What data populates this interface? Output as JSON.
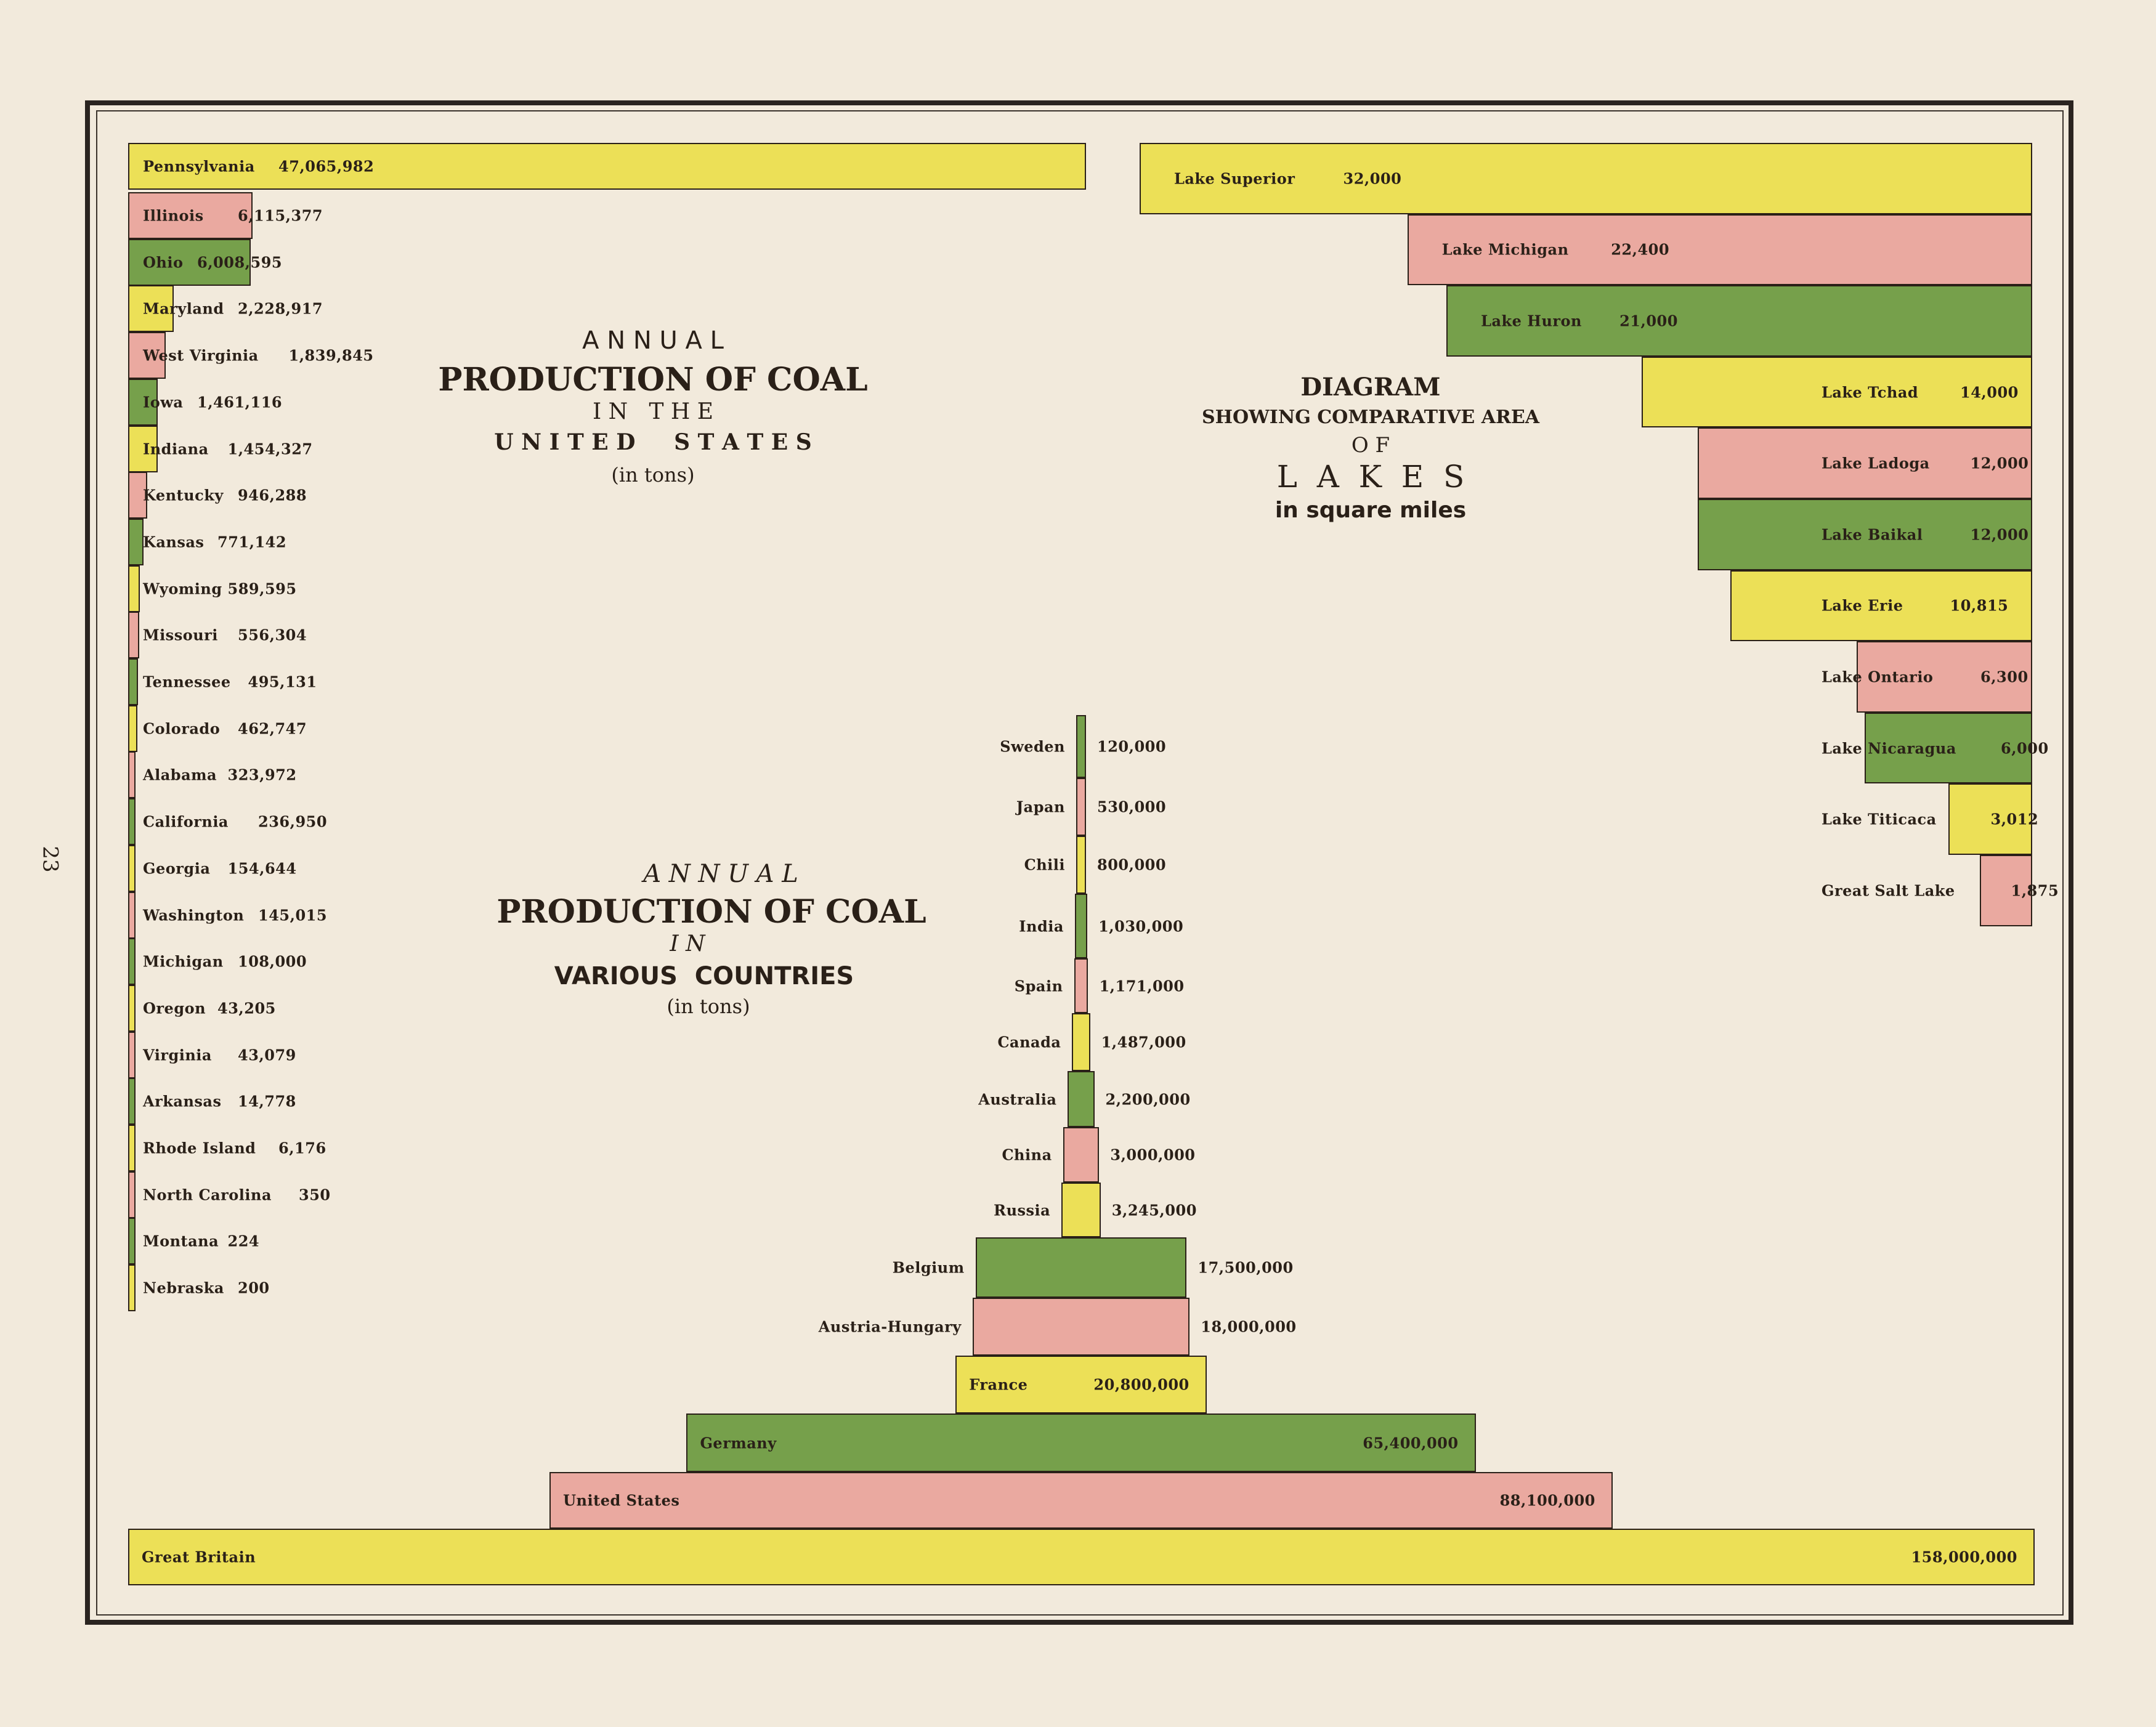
{
  "page_number": "23",
  "palette": {
    "yellow": "#ece057",
    "pink": "#eaa9a0",
    "green": "#76a04b",
    "border": "#2a2018",
    "paper": "#f2eadc"
  },
  "chart_data": [
    {
      "type": "bar",
      "orientation": "horizontal",
      "title": {
        "line1": "A N N U A L",
        "line2": "PRODUCTION OF COAL",
        "line3": "I N   T H E",
        "line4": "U N I T E D     S T A T E S",
        "unit": "(in tons)"
      },
      "color_cycle": [
        "yellow",
        "pink",
        "green"
      ],
      "categories": [
        "Pennsylvania",
        "Illinois",
        "Ohio",
        "Maryland",
        "West Virginia",
        "Iowa",
        "Indiana",
        "Kentucky",
        "Kansas",
        "Wyoming",
        "Missouri",
        "Tennessee",
        "Colorado",
        "Alabama",
        "California",
        "Georgia",
        "Washington",
        "Michigan",
        "Oregon",
        "Virginia",
        "Arkansas",
        "Rhode Island",
        "North Carolina",
        "Montana",
        "Nebraska"
      ],
      "values": [
        47065982,
        6115377,
        6008595,
        2228917,
        1839845,
        1461116,
        1454327,
        946288,
        771142,
        589595,
        556304,
        495131,
        462747,
        323972,
        236950,
        154644,
        145015,
        108000,
        43205,
        43079,
        14778,
        6176,
        350,
        224,
        200
      ],
      "value_labels": [
        "47,065,982",
        "6,115,377",
        "6,008,595",
        "2,228,917",
        "1,839,845",
        "1,461,116",
        "1,454,327",
        "946,288",
        "771,142",
        "589,595",
        "556,304",
        "495,131",
        "462,747",
        "323,972",
        "236,950",
        "154,644",
        "145,015",
        "108,000",
        "43,205",
        "43,079",
        "14,778",
        "6,176",
        "350",
        "224",
        "200"
      ]
    },
    {
      "type": "bar",
      "orientation": "horizontal",
      "title": {
        "line1": "DIAGRAM",
        "line2": "SHOWING COMPARATIVE AREA",
        "line3": "O F",
        "line4": "L  A  K  E  S",
        "unit": "in square miles"
      },
      "color_cycle": [
        "yellow",
        "pink",
        "green"
      ],
      "categories": [
        "Lake Superior",
        "Lake Michigan",
        "Lake Huron",
        "Lake Tchad",
        "Lake Ladoga",
        "Lake Baikal",
        "Lake Erie",
        "Lake Ontario",
        "Lake Nicaragua",
        "Lake Titicaca",
        "Great Salt Lake"
      ],
      "values": [
        32000,
        22400,
        21000,
        14000,
        12000,
        12000,
        10815,
        6300,
        6000,
        3012,
        1875
      ],
      "value_labels": [
        "32,000",
        "22,400",
        "21,000",
        "14,000",
        "12,000",
        "12,000",
        "10,815",
        "6,300",
        "6,000",
        "3,012",
        "1,875"
      ]
    },
    {
      "type": "bar",
      "orientation": "horizontal-centered",
      "title": {
        "line1": "A N N U A L",
        "line2": "PRODUCTION OF COAL",
        "line3": "I N",
        "line4": "VARIOUS  COUNTRIES",
        "unit": "(in tons)"
      },
      "color_cycle_from_bottom": [
        "yellow",
        "pink",
        "green"
      ],
      "categories": [
        "Sweden",
        "Japan",
        "Chili",
        "India",
        "Spain",
        "Canada",
        "Australia",
        "China",
        "Russia",
        "Belgium",
        "Austria-Hungary",
        "France",
        "Germany",
        "United States",
        "Great Britain"
      ],
      "values": [
        120000,
        530000,
        800000,
        1030000,
        1171000,
        1487000,
        2200000,
        3000000,
        3245000,
        17500000,
        18000000,
        20800000,
        65400000,
        88100000,
        158000000
      ],
      "value_labels": [
        "120,000",
        "530,000",
        "800,000",
        "1,030,000",
        "1,171,000",
        "1,487,000",
        "2,200,000",
        "3,000,000",
        "3,245,000",
        "17,500,000",
        "18,000,000",
        "20,800,000",
        "65,400,000",
        "88,100,000",
        "158,000,000"
      ]
    }
  ]
}
